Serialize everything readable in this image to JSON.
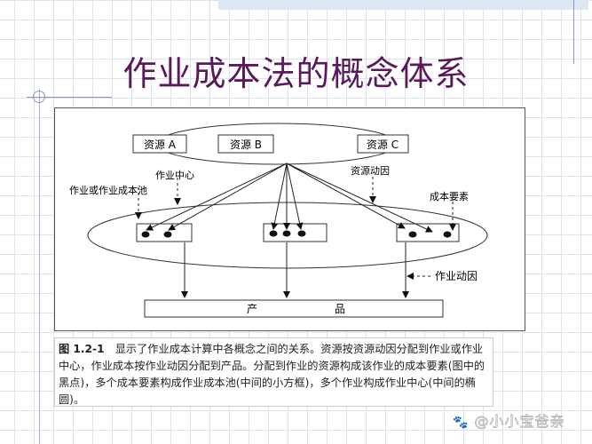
{
  "slide": {
    "title": "作业成本法的概念体系"
  },
  "diagram": {
    "resources": [
      {
        "label": "资源 A"
      },
      {
        "label": "资源 B"
      },
      {
        "label": "资源 C"
      }
    ],
    "annotations": {
      "activity_center": "作业中心",
      "activity_pool": "作业或作业成本池",
      "resource_driver": "资源动因",
      "cost_element": "成本要素",
      "activity_driver": "作业动因"
    },
    "product": {
      "char1": "产",
      "char2": "品"
    }
  },
  "caption": {
    "figure_label": "图 1.2-1",
    "text": "　显示了作业成本计算中各概念之间的关系。资源按资源动因分配到作业或作业中心，作业成本按作业动因分配到产品。分配到作业的资源构成该作业的成本要素(图中的黑点)，多个成本要素构成作业成本池(中间的小方框)，多个作业构成作业中心(中间的椭圆)。"
  },
  "watermark": {
    "icon": "baidu-paw-icon",
    "text": "@小小宝爸亲"
  },
  "colors": {
    "title": "#5a1a5a",
    "grid": "#dde3ee",
    "accent_rule": "#8c95c8"
  }
}
